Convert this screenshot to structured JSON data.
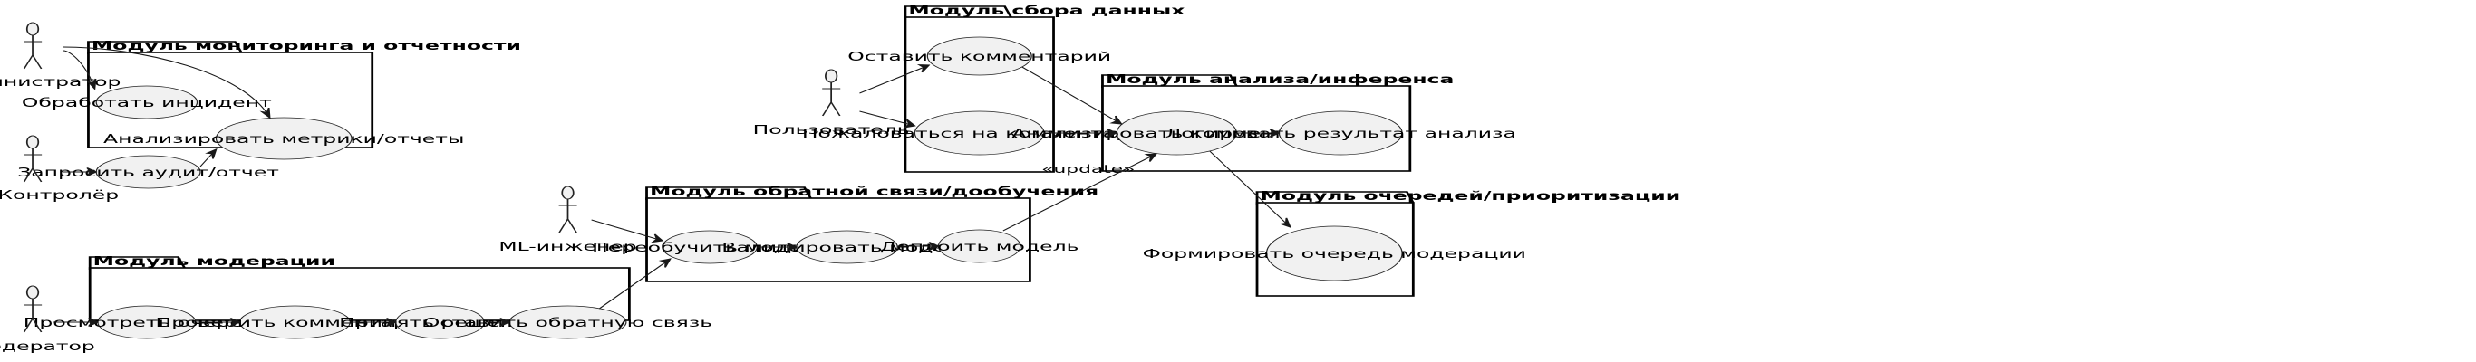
{
  "actors": {
    "admin": "Администратор",
    "rkn": "РКН/Контролёр",
    "moderator": "Модератор",
    "ml_engineer": "ML-инженер",
    "user": "Пользователь"
  },
  "packages": {
    "monitoring": {
      "title": "Модуль мониторинга и отчетности",
      "usecases": {
        "handle_incident": "Обработать инцидент",
        "request_audit": "Запросить аудит/отчет",
        "analyze_metrics": "Анализировать метрики/отчеты"
      }
    },
    "moderation": {
      "title": "Модуль модерации",
      "usecases": {
        "view_queue": "Просмотреть очередь",
        "check_comment": "Проверить комментарий",
        "make_decision": "Принять решение",
        "leave_feedback": "Оставить обратную связь"
      }
    },
    "feedback": {
      "title": "Модуль обратной связи/дообучения",
      "usecases": {
        "retrain_model": "Переобучить модель",
        "validate_model": "Валидировать модель",
        "deploy_model": "Деплоить модель"
      }
    },
    "collection": {
      "title": "Модуль сбора данных",
      "usecases": {
        "leave_comment": "Оставить комментарий",
        "report_comment": "Пожаловаться на комментарий"
      }
    },
    "analysis": {
      "title": "Модуль анализа/инференса",
      "usecases": {
        "analyze_comment": "Анализировать комментарий",
        "log_result": "Логировать результат анализа"
      }
    },
    "queues": {
      "title": "Модуль очередей/приоритизации",
      "usecases": {
        "form_queue": "Формировать очередь модерации"
      }
    }
  },
  "relations": {
    "update_stereotype": "«update»"
  }
}
